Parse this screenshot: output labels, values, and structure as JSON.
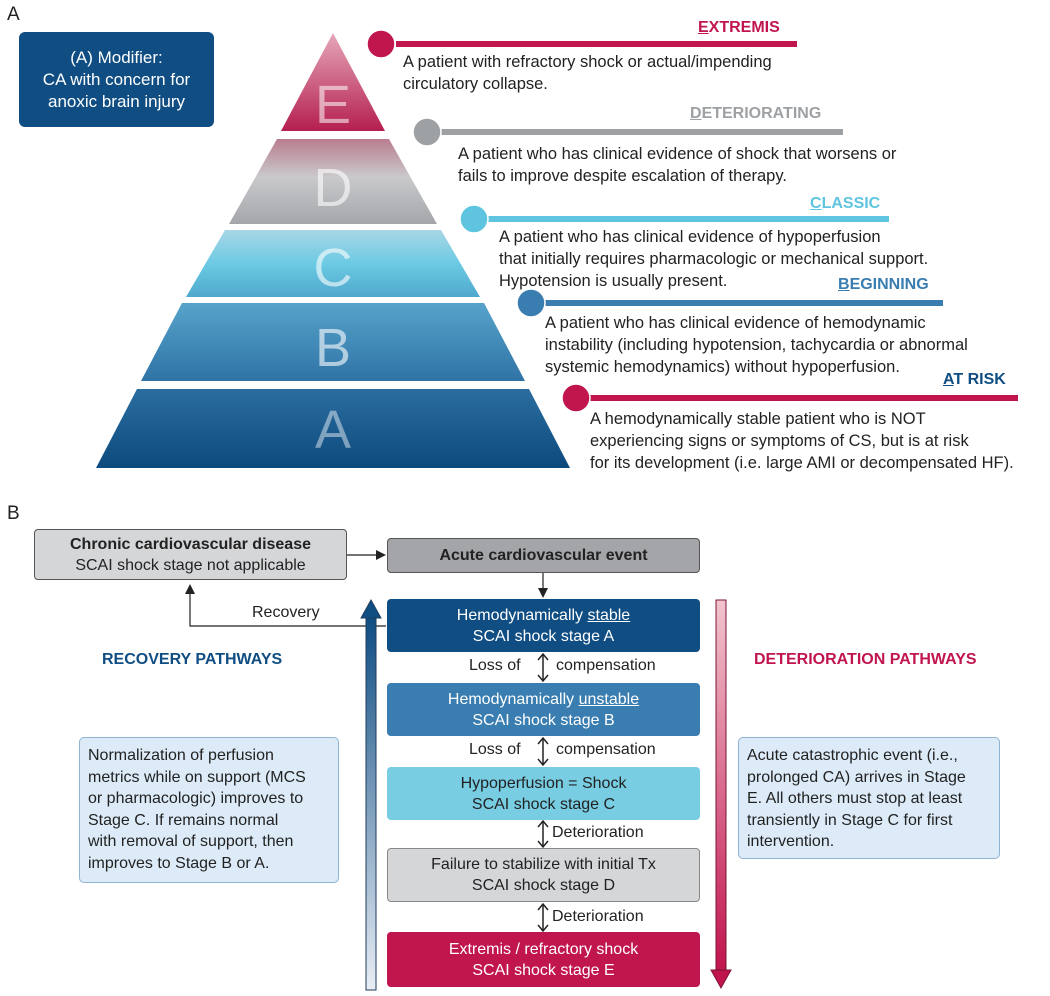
{
  "panel_a": {
    "label": "A",
    "modifier": {
      "line1": "(A) Modifier:",
      "line2": "CA with concern for",
      "line3": "anoxic brain injury"
    },
    "pyramid_letters": [
      "E",
      "D",
      "C",
      "B",
      "A"
    ],
    "stages": [
      {
        "key": "extremis",
        "title_first": "E",
        "title_rest": "XTREMIS",
        "color": "#c1154e",
        "lines": [
          "A patient with refractory shock or actual/impending",
          "circulatory collapse."
        ]
      },
      {
        "key": "deteriorating",
        "title_first": "D",
        "title_rest": "ETERIORATING",
        "color": "#9ea1a4",
        "lines": [
          "A patient who has clinical evidence of shock that worsens or",
          "fails to improve despite escalation of therapy."
        ]
      },
      {
        "key": "classic",
        "title_first": "C",
        "title_rest": "LASSIC",
        "color": "#5ec4e0",
        "lines": [
          "A patient who has clinical evidence of hypoperfusion",
          "that initially requires pharmacologic or mechanical support.",
          "Hypotension is usually present."
        ]
      },
      {
        "key": "beginning",
        "title_first": "B",
        "title_rest": "EGINNING",
        "color": "#3a7db0",
        "lines": [
          "A patient who has clinical evidence of hemodynamic",
          "instability (including hypotension, tachycardia or abnormal",
          "systemic hemodynamics) without hypoperfusion."
        ]
      },
      {
        "key": "at_risk",
        "title_first": "A",
        "title_rest": "T RISK",
        "color": "#0f4d82",
        "lines": [
          "A hemodynamically stable patient who is NOT",
          "experiencing signs or symptoms of CS, but is at risk",
          "for its development (i.e. large AMI or decompensated HF)."
        ]
      }
    ]
  },
  "panel_b": {
    "label": "B",
    "chronic": {
      "title": "Chronic cardiovascular disease",
      "subtitle": "SCAI shock stage not applicable"
    },
    "acute": {
      "title": "Acute cardiovascular event"
    },
    "recovery_label": "Recovery",
    "stage_a": {
      "line1_pre": "Hemodynamically ",
      "line1_u": "stable",
      "line2": "SCAI shock stage A"
    },
    "stage_b": {
      "line1_pre": "Hemodynamically ",
      "line1_u": "unstable",
      "line2": "SCAI shock stage B"
    },
    "stage_c": {
      "line1": "Hypoperfusion = Shock",
      "line2": "SCAI shock stage C"
    },
    "stage_d": {
      "line1": "Failure to stabilize with initial Tx",
      "line2": "SCAI shock stage D"
    },
    "stage_e": {
      "line1": "Extremis / refractory shock",
      "line2": "SCAI shock stage E"
    },
    "transition_ab": {
      "left": "Loss of",
      "right": "compensation"
    },
    "transition_bc": {
      "left": "Loss of",
      "right": "compensation"
    },
    "transition_cd": {
      "right": "Deterioration"
    },
    "transition_de": {
      "right": "Deterioration"
    },
    "recovery_pathways_title": "RECOVERY PATHWAYS",
    "deterioration_pathways_title": "DETERIORATION PATHWAYS",
    "recovery_text": [
      "Normalization of perfusion",
      "metrics while on support (MCS",
      "or pharmacologic) improves to",
      "Stage C. If remains normal",
      "with removal of support, then",
      "improves to Stage B or A."
    ],
    "deterioration_text": [
      "Acute catastrophic event (i.e.,",
      "prolonged CA) arrives in Stage",
      "E. All others must stop at least",
      "transiently in Stage C for first",
      "intervention."
    ]
  },
  "colors": {
    "navy": "#0f4d82",
    "mid_blue": "#3a7db0",
    "light_blue": "#78cde3",
    "gray_box": "#d5d6d8",
    "dark_gray": "#a3a5a8",
    "crimson": "#c1154e",
    "recovery_title": "#0f4d82",
    "deterioration_title": "#c1154e"
  }
}
